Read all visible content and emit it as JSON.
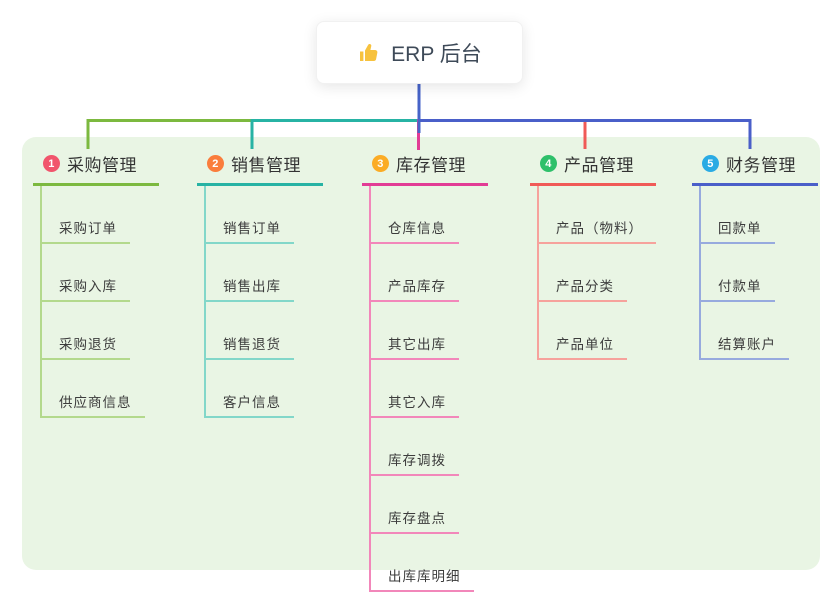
{
  "root": {
    "label": "ERP 后台",
    "icon": "thumbs-up-icon",
    "icon_color": "#f7c23e",
    "card_bg": "#ffffff",
    "line_color": "#4663c8"
  },
  "panel": {
    "bg_color": "#e9f5e4"
  },
  "branches": [
    {
      "index": "1",
      "label": "采购管理",
      "badge_color": "#f1556c",
      "line_color": "#7cb93f",
      "light_color": "#b3d98c",
      "children": [
        "采购订单",
        "采购入库",
        "采购退货",
        "供应商信息"
      ]
    },
    {
      "index": "2",
      "label": "销售管理",
      "badge_color": "#fa7d3c",
      "line_color": "#27b3a4",
      "light_color": "#82d7c9",
      "children": [
        "销售订单",
        "销售出库",
        "销售退货",
        "客户信息"
      ]
    },
    {
      "index": "3",
      "label": "库存管理",
      "badge_color": "#fbac25",
      "line_color": "#e23c95",
      "light_color": "#f287ba",
      "children": [
        "仓库信息",
        "产品库存",
        "其它出库",
        "其它入库",
        "库存调拨",
        "库存盘点",
        "出库库明细"
      ]
    },
    {
      "index": "4",
      "label": "产品管理",
      "badge_color": "#2ec06a",
      "line_color": "#f05a57",
      "light_color": "#f6a29c",
      "children": [
        "产品（物料）",
        "产品分类",
        "产品单位"
      ]
    },
    {
      "index": "5",
      "label": "财务管理",
      "badge_color": "#2aabe4",
      "line_color": "#4a5fc9",
      "light_color": "#97aade",
      "children": [
        "回款单",
        "付款单",
        "结算账户"
      ]
    }
  ]
}
